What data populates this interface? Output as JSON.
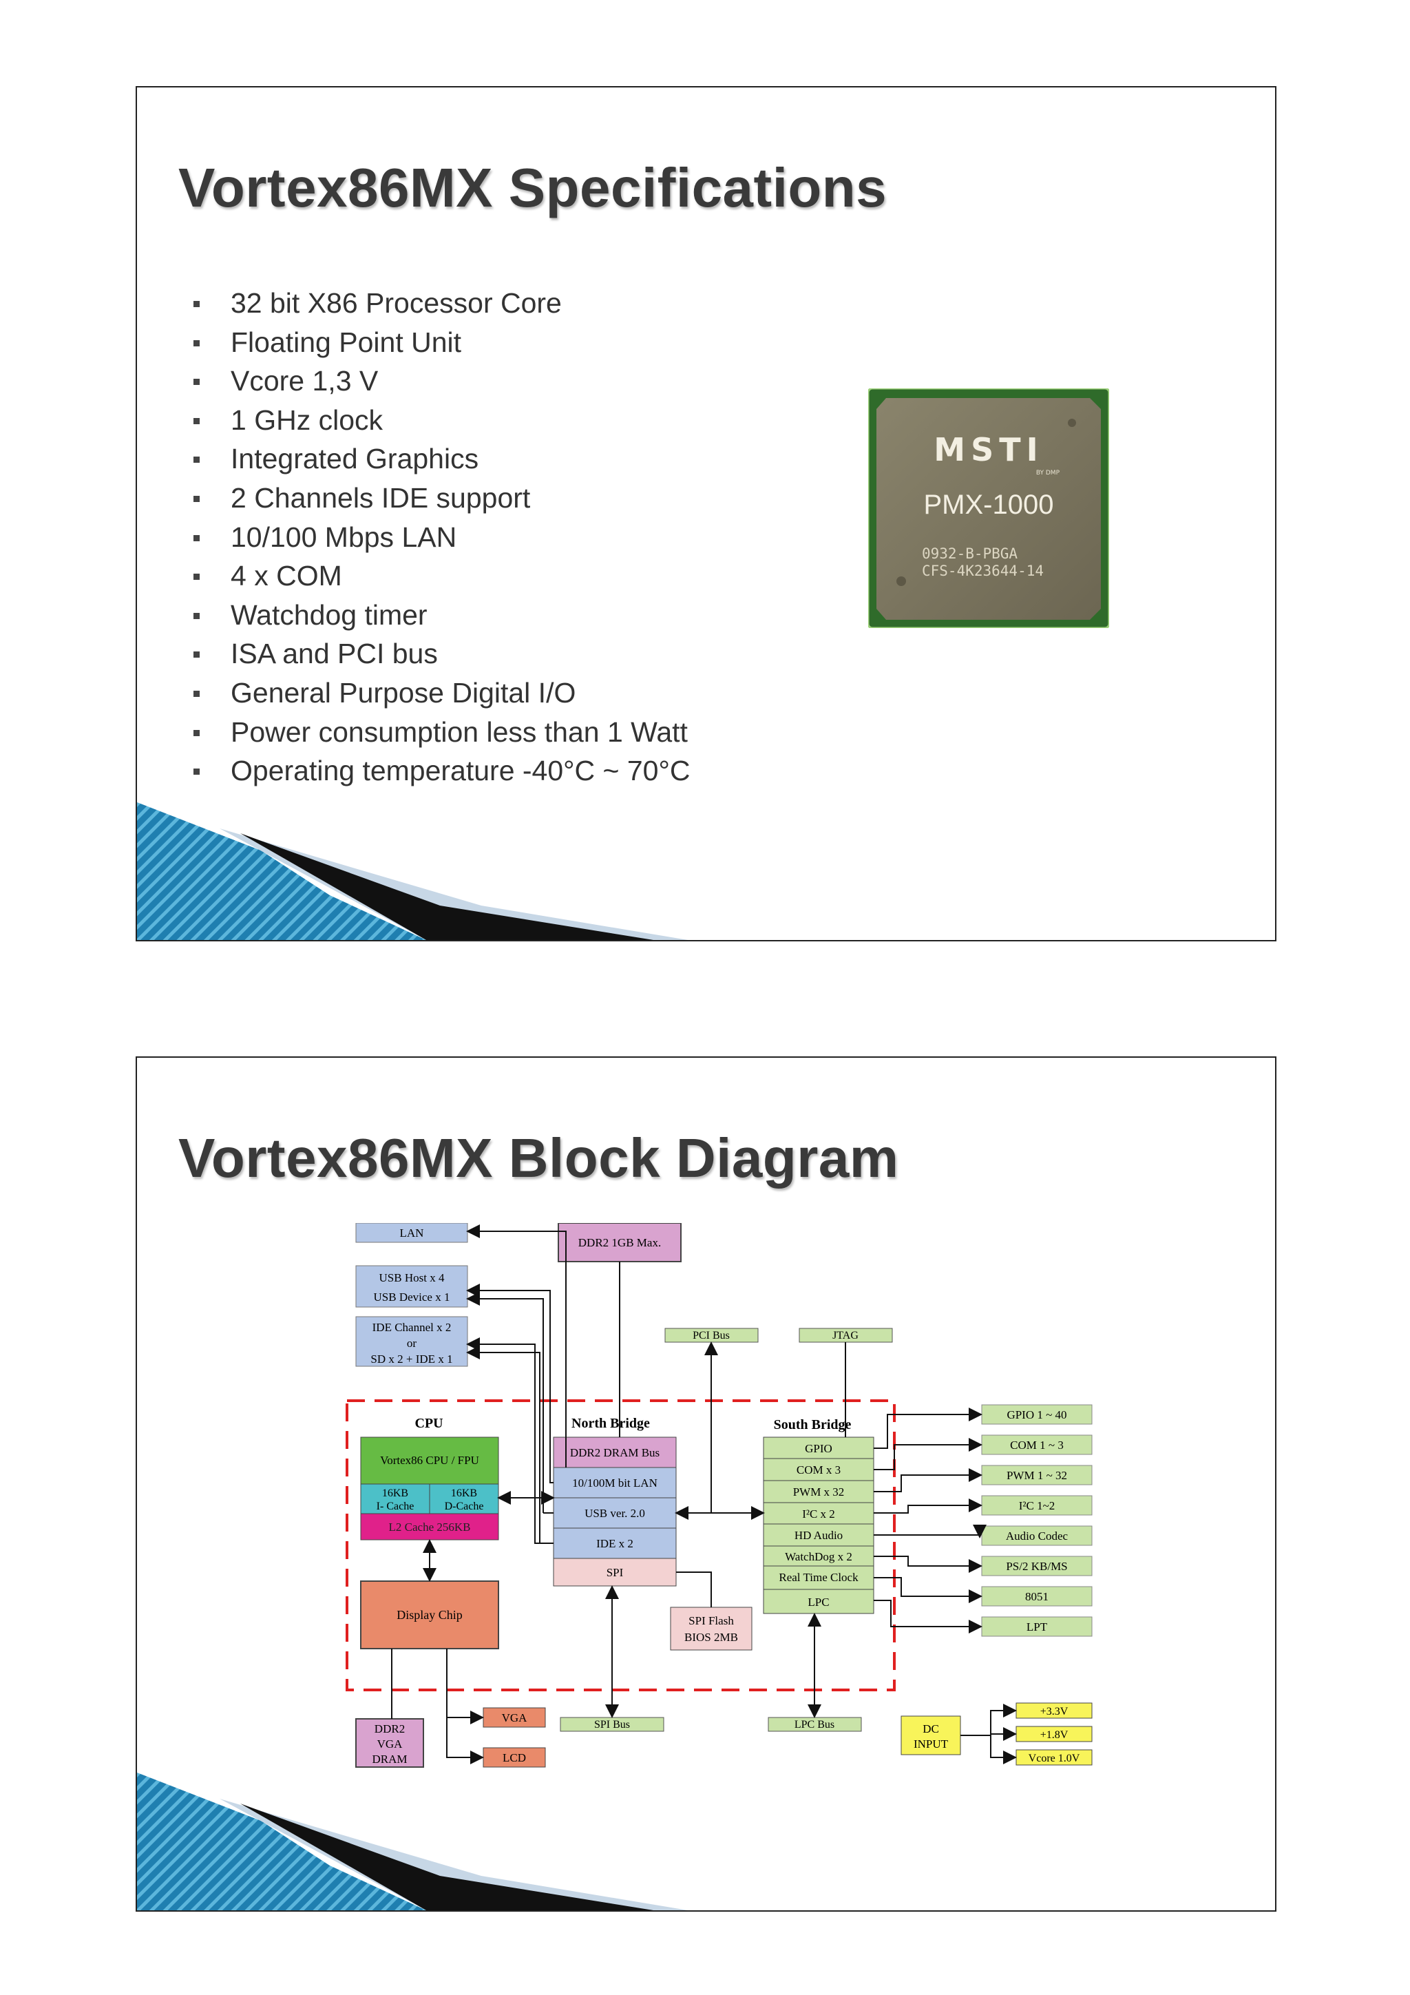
{
  "slide1": {
    "title": "Vortex86MX Specifications",
    "specs": [
      "32 bit X86 Processor Core",
      "Floating Point Unit",
      "Vcore 1,3 V",
      "1 GHz clock",
      "Integrated Graphics",
      "2 Channels IDE support",
      "10/100 Mbps LAN",
      "4 x COM",
      "Watchdog timer",
      "ISA and PCI bus",
      "General Purpose Digital I/O",
      "Power consumption less than 1 Watt",
      "Operating temperature -40°C ~ 70°C"
    ],
    "chip": {
      "brand": "MSTI",
      "brand_sub": "BY DMP",
      "model": "PMX-1000",
      "code_line1": "0932-B-PBGA",
      "code_line2": "CFS-4K23644-14"
    }
  },
  "slide2": {
    "title": "Vortex86MX Block Diagram",
    "diagram": {
      "lan": "LAN",
      "ddr2_max": "DDR2  1GB Max.",
      "usb_host": "USB Host x 4",
      "usb_device": "USB Device x 1",
      "ide_channel": "IDE Channel x 2",
      "ide_or": "or",
      "ide_sd": "SD x 2   +  IDE x 1",
      "pci_bus": "PCI Bus",
      "jtag": "JTAG",
      "cpu_heading": "CPU",
      "nb_heading": "North Bridge",
      "sb_heading": "South Bridge",
      "cpu_core": "Vortex86 CPU / FPU",
      "icache_1": "16KB",
      "icache_2": "I- Cache",
      "dcache_1": "16KB",
      "dcache_2": "D-Cache",
      "l2": "L2 Cache 256KB",
      "nb_items": [
        "DDR2 DRAM Bus",
        "10/100M bit LAN",
        "USB ver. 2.0",
        "IDE x 2",
        "SPI"
      ],
      "sb_items": [
        "GPIO",
        "COM x 3",
        "PWM x 32",
        "I²C x 2",
        "HD Audio",
        "WatchDog x 2",
        "Real Time Clock",
        "LPC"
      ],
      "right_items": [
        "GPIO 1 ~ 40",
        "COM  1 ~ 3",
        "PWM  1 ~ 32",
        "I²C  1~2",
        "Audio Codec",
        "PS/2  KB/MS",
        "8051",
        "LPT"
      ],
      "display_chip": "Display Chip",
      "spi_flash_1": "SPI Flash",
      "spi_flash_2": "BIOS  2MB",
      "ddr2_vga_1": "DDR2",
      "ddr2_vga_2": "VGA",
      "ddr2_vga_3": "DRAM",
      "vga": "VGA",
      "lcd": "LCD",
      "spi_bus": "SPI Bus",
      "lpc_bus": "LPC Bus",
      "dc_input_1": "DC",
      "dc_input_2": "INPUT",
      "v33": "+3.3V",
      "v18": "+1.8V",
      "vcore": "Vcore 1.0V"
    }
  },
  "colors": {
    "title": "#3a3a3a",
    "blue_box": "#b3c6e6",
    "pink_box": "#d9a3cf",
    "green_box": "#c9e3a8",
    "cpu_green": "#66bb44",
    "cache_teal": "#4cc0c8",
    "l2_magenta": "#e0218a",
    "display_salmon": "#e98a6a",
    "red_dash": "#e02020",
    "yellow_box": "#f8f45a",
    "chip_body": "#7b7560",
    "chip_pcb": "#2f6b2a"
  }
}
